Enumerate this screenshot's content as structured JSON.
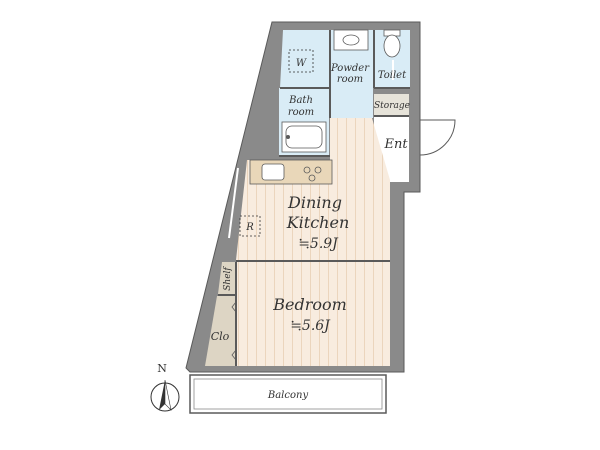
{
  "colors": {
    "wall": "#8a8a8a",
    "wall_outline": "#5a5a5a",
    "wet_floor": "#d9ecf6",
    "wood_floor": "#f8ecdf",
    "wood_stripe": "#ebd5bd",
    "storage_floor": "#e6e3d9",
    "closet_floor": "#ddd5c4",
    "balcony_floor": "#ffffff",
    "counter": "#e9d7b9",
    "text": "#333333"
  },
  "rooms": {
    "washer": "W",
    "powder_room": [
      "Powder",
      "room"
    ],
    "toilet": "Toilet",
    "bathroom": [
      "Bath",
      "room"
    ],
    "storage": "Storage",
    "entrance": "Ent",
    "dining_kitchen": [
      "Dining",
      "Kitchen"
    ],
    "dining_kitchen_area": "≒5.9J",
    "refrigerator": "R",
    "shelf": "Shelf",
    "bedroom": "Bedroom",
    "bedroom_area": "≒5.6J",
    "closet": "Clo",
    "balcony": "Balcony"
  },
  "compass": {
    "north_label": "N",
    "icon": "north-arrow-icon"
  }
}
